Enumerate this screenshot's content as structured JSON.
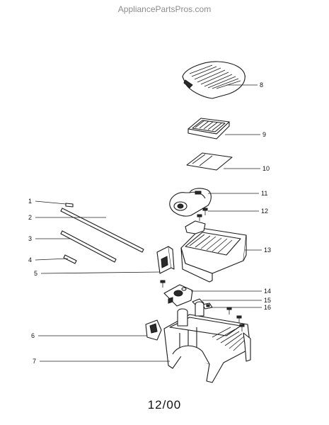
{
  "watermark": "AppliancePartsPros.com",
  "date_code": "12/00",
  "callouts": [
    {
      "id": "1",
      "label": "1"
    },
    {
      "id": "2",
      "label": "2"
    },
    {
      "id": "3",
      "label": "3"
    },
    {
      "id": "4",
      "label": "4"
    },
    {
      "id": "5",
      "label": "5"
    },
    {
      "id": "6",
      "label": "6"
    },
    {
      "id": "7",
      "label": "7"
    },
    {
      "id": "8",
      "label": "8"
    },
    {
      "id": "9",
      "label": "9"
    },
    {
      "id": "10",
      "label": "10"
    },
    {
      "id": "11",
      "label": "11"
    },
    {
      "id": "12",
      "label": "12"
    },
    {
      "id": "13",
      "label": "13"
    },
    {
      "id": "14",
      "label": "14"
    },
    {
      "id": "15",
      "label": "15"
    },
    {
      "id": "16",
      "label": "16"
    }
  ]
}
